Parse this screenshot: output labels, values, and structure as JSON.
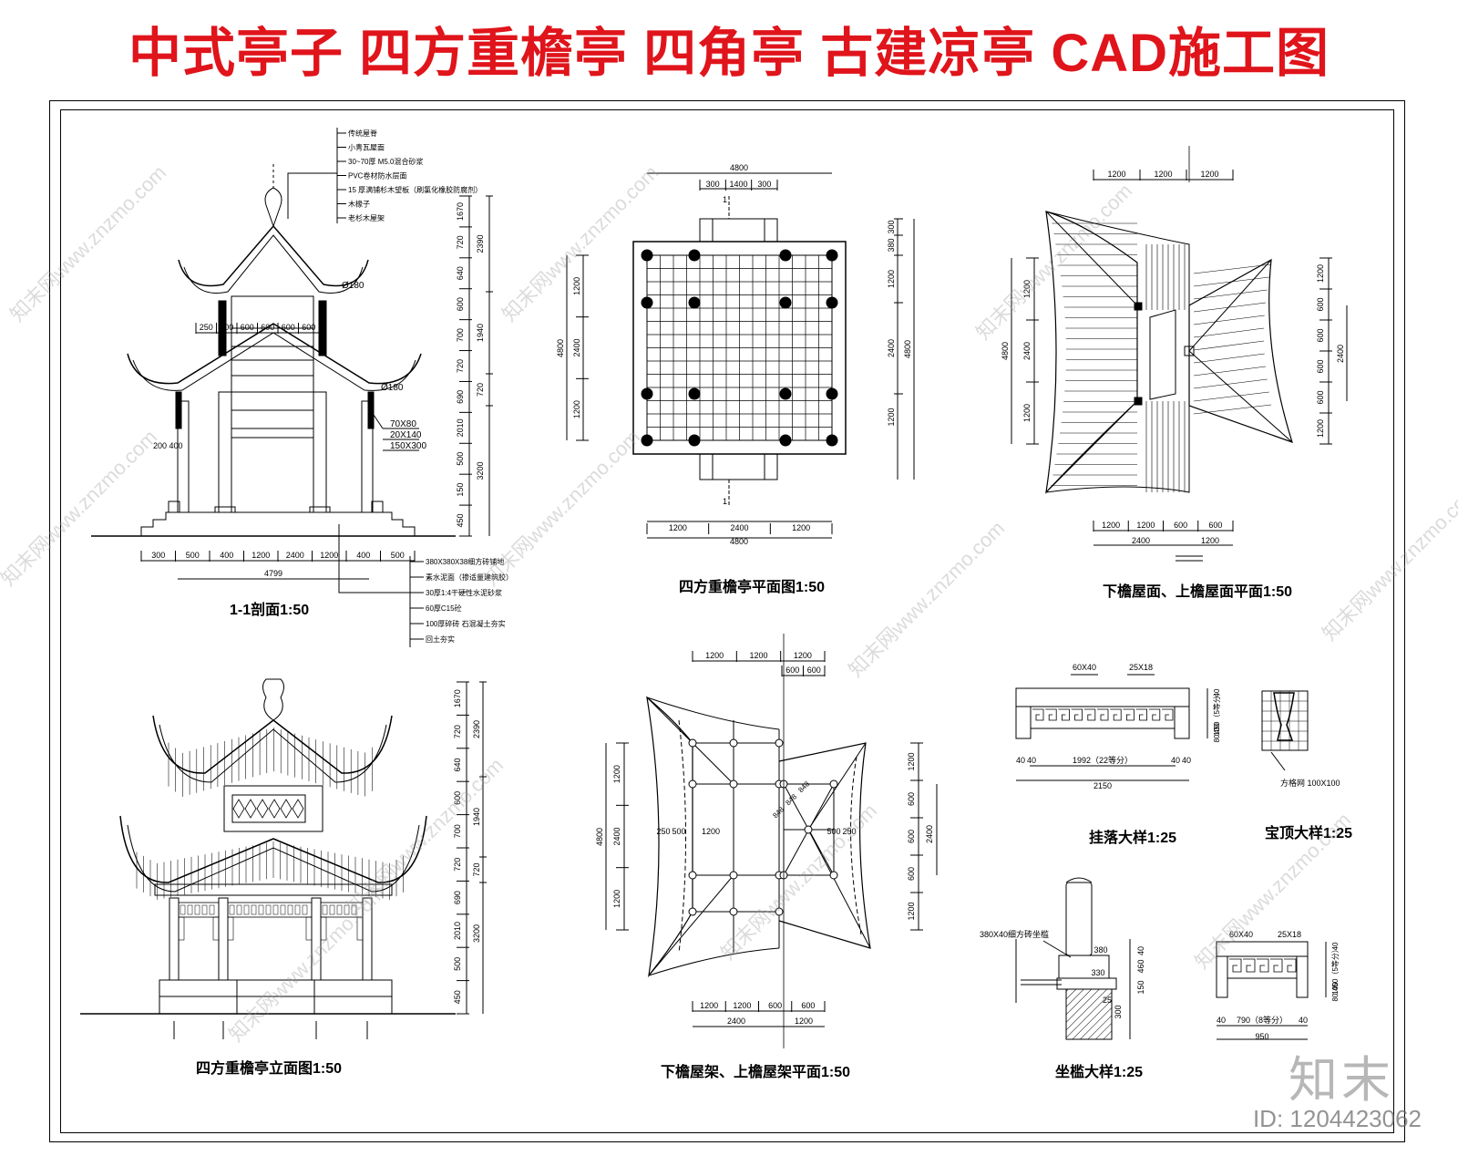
{
  "title": "中式亭子 四方重檐亭 四角亭 古建凉亭 CAD施工图",
  "colors": {
    "title_red": "#e0141b",
    "line": "#000000",
    "watermark": "#9a9a9a"
  },
  "captions": {
    "section": "1-1剖面1:50",
    "plan": "四方重檐亭平面图1:50",
    "roof_plan": "下檐屋面、上檐屋面平面1:50",
    "elevation": "四方重檐亭立面图1:50",
    "frame_plan": "下檐屋架、上檐屋架平面1:50",
    "guaroo": "挂落大样1:25",
    "baoding": "宝顶大样1:25",
    "zuokan": "坐槛大样1:25"
  },
  "roof_layers": [
    "传统屋脊",
    "小青瓦屋面",
    "30~70厚 M5.0混合砂浆",
    "PVC卷材防水层面",
    "15 厚满铺杉木望板（刷氯化橡胶防腐剂）",
    "木椽子",
    "老杉木屋架"
  ],
  "floor_layers": [
    "380X380X38细方砖铺地",
    "素水泥面（掺适量建筑胶）",
    "30厚1:4干硬性水泥砂浆",
    "60厚C15砼",
    "100厚碎砖 石混凝土夯实",
    "回土夯实"
  ],
  "section_dims": {
    "top": [
      "250",
      "500",
      "600",
      "600",
      "600",
      "600"
    ],
    "bottom": [
      "300",
      "500",
      "400",
      "1200",
      "2400",
      "1200",
      "400",
      "500"
    ],
    "total": "4799",
    "right_inner": [
      "1670",
      "720",
      "640",
      "600",
      "700",
      "720",
      "690",
      "2010",
      "500",
      "150",
      "450"
    ],
    "right_outer": [
      "2390",
      "1940",
      "720",
      "3200"
    ],
    "members": [
      "Ø180",
      "Ø180",
      "70X80",
      "20X140",
      "150X300"
    ],
    "side": "200 400"
  },
  "plan_dims": {
    "top": "4800",
    "top_sub": [
      "300",
      "1400",
      "300"
    ],
    "bottom": [
      "1200",
      "2400",
      "1200"
    ],
    "bottom_total": "4800",
    "left": [
      "1200",
      "2400",
      "1200"
    ],
    "left_total": "4800",
    "right": [
      "300",
      "380",
      "1200",
      "2400",
      "1200"
    ],
    "right_total": "4800",
    "cut": "1"
  },
  "roof_dims": {
    "top": [
      "1200",
      "1200",
      "1200"
    ],
    "bottom": [
      "1200",
      "1200",
      "600",
      "600"
    ],
    "bottom2": [
      "2400",
      "1200"
    ],
    "left": [
      "1200",
      "2400",
      "1200"
    ],
    "left_total": "4800",
    "right": [
      "1200",
      "600",
      "600",
      "600",
      "600",
      "1200"
    ],
    "right_total": "2400"
  },
  "frame_dims": {
    "top": [
      "1200",
      "1200",
      "1200"
    ],
    "top2": [
      "600",
      "600"
    ],
    "bottom": [
      "1200",
      "1200",
      "600",
      "600"
    ],
    "bottom2": [
      "2400",
      "1200"
    ],
    "left": [
      "1200",
      "2400",
      "1200"
    ],
    "left_total": "4800",
    "inner": [
      "250",
      "500",
      "1200",
      "500",
      "250"
    ],
    "right": [
      "1200",
      "600",
      "600",
      "600",
      "1200"
    ],
    "right_total": "2400",
    "diag": [
      "848",
      "848",
      "848"
    ]
  },
  "elev_dims": {
    "right_inner": [
      "1670",
      "720",
      "640",
      "600",
      "700",
      "720",
      "690",
      "2010",
      "500",
      "450"
    ],
    "right_outer": [
      "2390",
      "1940",
      "720",
      "3200"
    ]
  },
  "guaroo_dims": {
    "top": [
      "60X40",
      "25X18"
    ],
    "bottom": [
      "40",
      "40",
      "1992（22等分）",
      "40",
      "40"
    ],
    "total": "2150",
    "right": [
      "40",
      "450（5等分）",
      "100",
      "80"
    ]
  },
  "baoding_dims": {
    "label": "方格网 100X100"
  },
  "zuokan_dims": {
    "label": "380X40细方砖坐槛",
    "right": [
      "380",
      "40",
      "460",
      "150",
      "330",
      "300",
      "25"
    ]
  },
  "zuokan2_dims": {
    "top": [
      "60X40",
      "25X18"
    ],
    "bottom": [
      "40",
      "790（8等分）",
      "40"
    ],
    "total": "950",
    "right": [
      "40",
      "450（5等分）",
      "100",
      "80"
    ]
  },
  "watermark": "知末网www.znzmo.com",
  "brand": "知末",
  "id": "ID: 1204423062"
}
